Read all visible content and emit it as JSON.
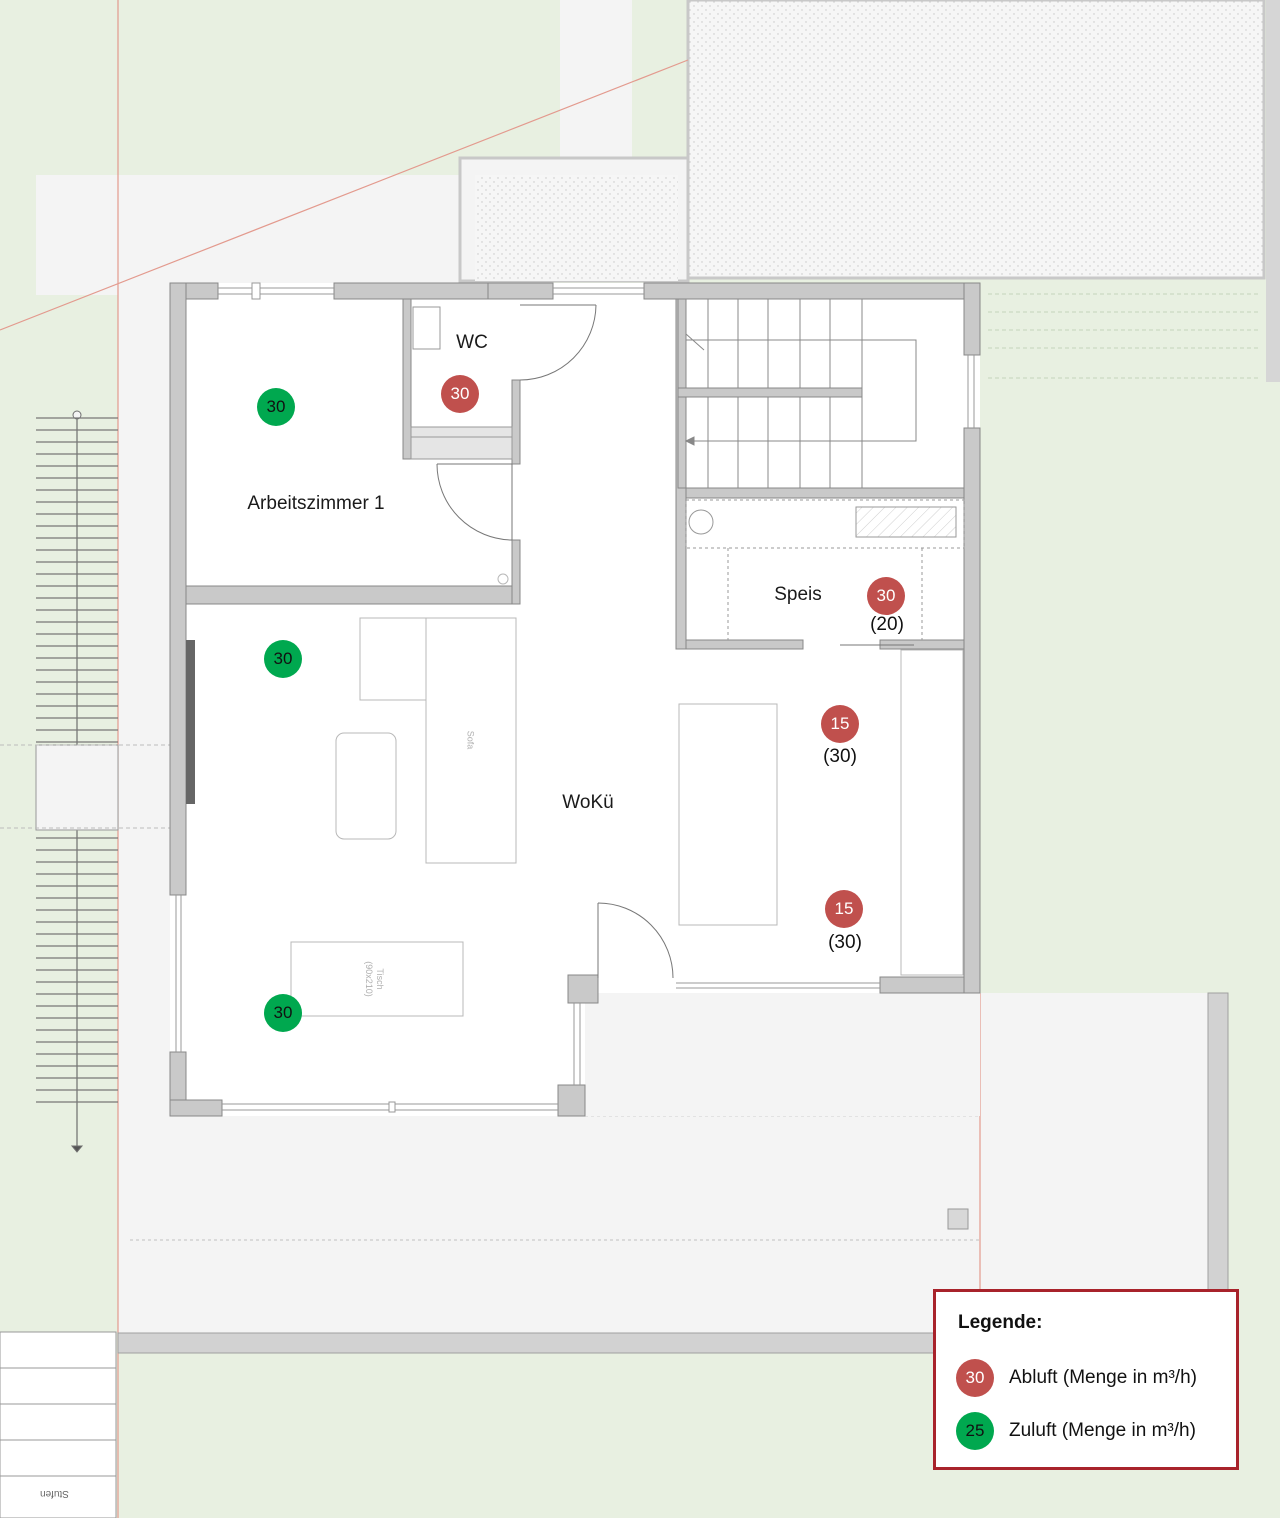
{
  "rooms": {
    "arbeitszimmer": "Arbeitszimmer 1",
    "wc": "WC",
    "speis": "Speis",
    "wokue": "WoKü"
  },
  "furniture": {
    "sofa": "Sofa",
    "tisch_line1": "Tisch",
    "tisch_line2": "(90x210)"
  },
  "stairs_note": "Stufen",
  "markers": {
    "wc_exhaust": "30",
    "arbeitszimmer_supply": "30",
    "speis_exhaust": "30",
    "speis_exhaust_sub": "(20)",
    "wokue_supply_top": "30",
    "wokue_exhaust_1": "15",
    "wokue_exhaust_1_sub": "(30)",
    "wokue_exhaust_2": "15",
    "wokue_exhaust_2_sub": "(30)",
    "wokue_supply_bottom": "30"
  },
  "legend": {
    "title": "Legende:",
    "exhaust_value": "30",
    "exhaust_label": "Abluft (Menge in m³/h)",
    "supply_value": "25",
    "supply_label": "Zuluft (Menge in m³/h)"
  },
  "colors": {
    "exhaust": "#c0504d",
    "supply": "#00a84f",
    "legend_border": "#a8232b",
    "wall": "#c8c8c8",
    "lawn": "#e8f0e1"
  }
}
